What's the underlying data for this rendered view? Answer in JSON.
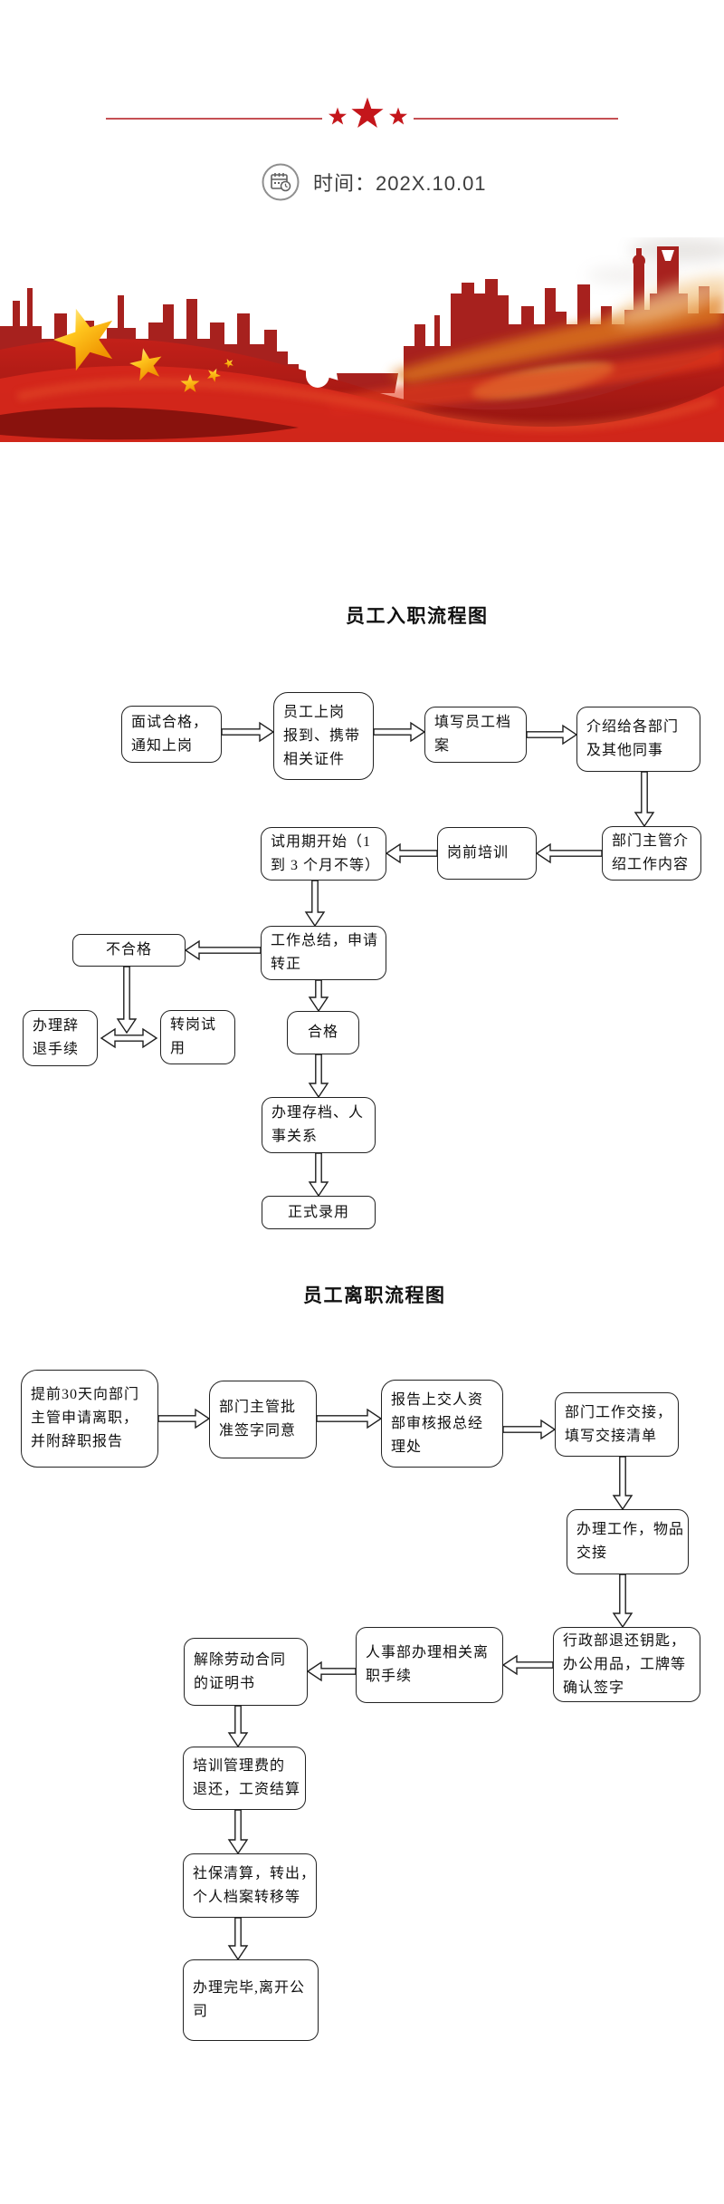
{
  "header": {
    "date_label": "时间：202X.10.01",
    "accent_red": "#c4161b"
  },
  "banner": {
    "skyline_red": "#a7211e",
    "ribbon_red": "#c32019",
    "star_gold": "#ffc61e"
  },
  "onboarding": {
    "title": "员工入职流程图",
    "boxes": [
      {
        "label": "面试合格，\n通知上岗"
      },
      {
        "label": "员工上岗\n报到、携带\n相关证件"
      },
      {
        "label": "填写员工档\n案"
      },
      {
        "label": "介绍给各部门\n及其他同事"
      },
      {
        "label": "部门主管介\n绍工作内容"
      },
      {
        "label": "岗前培训"
      },
      {
        "label": "试用期开始（1\n到 3 个月不等）"
      },
      {
        "label": "工作总结，申请\n转正"
      },
      {
        "label": "不合格"
      },
      {
        "label": "办理辞\n退手续"
      },
      {
        "label": "转岗试\n用"
      },
      {
        "label": "合格"
      },
      {
        "label": "办理存档、人\n事关系"
      },
      {
        "label": "正式录用"
      }
    ]
  },
  "resignation": {
    "title": "员工离职流程图",
    "boxes": [
      {
        "label": "提前30天向部门\n主管申请离职，\n并附辞职报告"
      },
      {
        "label": "部门主管批\n准签字同意"
      },
      {
        "label": "报告上交人资\n部审核报总经\n理处"
      },
      {
        "label": "部门工作交接，\n填写交接清单"
      },
      {
        "label": "办理工作，物品\n交接"
      },
      {
        "label": "行政部退还钥匙，\n办公用品，工牌等\n确认签字"
      },
      {
        "label": "人事部办理相关离\n职手续"
      },
      {
        "label": "解除劳动合同\n的证明书"
      },
      {
        "label": "培训管理费的\n退还，工资结算"
      },
      {
        "label": "社保清算，转出，\n个人档案转移等"
      },
      {
        "label": "办理完毕,离开公\n司"
      }
    ]
  }
}
